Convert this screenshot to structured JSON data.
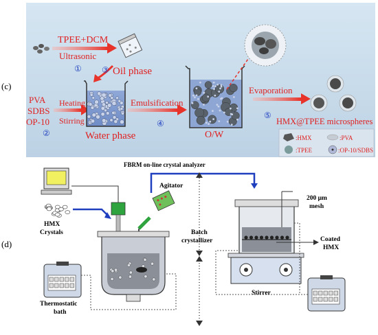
{
  "panel_c": {
    "label": "(c)",
    "reagents": "TPEE+DCM",
    "ultrasonic": "Ultrasonic",
    "step1": "①",
    "step2": "②",
    "step3": "③",
    "step4": "④",
    "step5": "⑤",
    "oil_phase": "Oil phase",
    "surfactants": [
      "PVA",
      "SDBS",
      "OP-10"
    ],
    "heating": "Heating",
    "stirring": "Stirring",
    "water_phase": "Water phase",
    "emulsification": "Emulsification",
    "ow": "O/W",
    "evaporation": "Evaporation",
    "product": "HMX@TPEE microspheres",
    "legend": {
      "hmx": ":HMX",
      "pva": ":PVA",
      "tpee": ":TPEE",
      "op10": ":OP-10/SDBS"
    },
    "colors": {
      "background": "#c9dceb",
      "arrow": "#e8332a",
      "text_red": "#e02020",
      "text_blue": "#2040c0"
    }
  },
  "panel_d": {
    "label": "(d)",
    "fbrm": "FBRM on-line crystal analyzer",
    "agitator": "Agitator",
    "hmx_crystals": [
      "HMX",
      "Crystals"
    ],
    "batch_crystallizer": [
      "Batch",
      "crystallizer"
    ],
    "mesh": [
      "200 μm",
      "mesh"
    ],
    "coated_hmx": [
      "Coated",
      "HMX"
    ],
    "stirrer": "Stirrer",
    "thermostatic_bath": [
      "Thermostatic",
      "bath"
    ],
    "colors": {
      "pipe": "#1f3fbf",
      "probe": "#2a9d3a"
    }
  }
}
